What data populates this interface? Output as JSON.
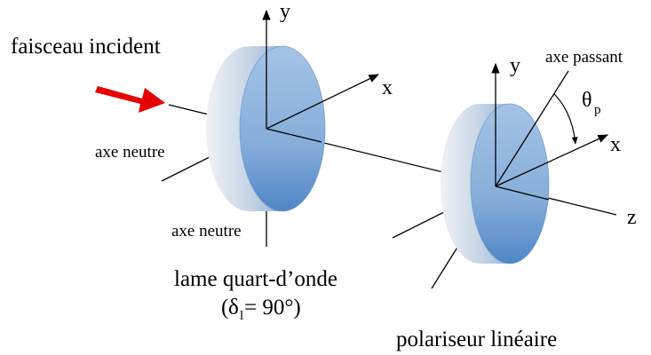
{
  "labels": {
    "incident_beam": "faisceau incident",
    "neutral_axis_1": "axe neutre",
    "neutral_axis_2": "axe neutre",
    "waveplate_name": "lame quart-d’onde",
    "waveplate_delta_symbol": "δ",
    "waveplate_delta_subscript": "l",
    "waveplate_delta_value": " = 90°)",
    "waveplate_delta_open": "(",
    "polarizer_name": "polariseur linéaire",
    "pass_axis": "axe passant",
    "theta_symbol": "θ",
    "theta_subscript": "p"
  },
  "axes": {
    "wp_x": "x",
    "wp_y": "y",
    "pol_x": "x",
    "pol_y": "y",
    "z": "z"
  },
  "colors": {
    "arrow": "#e60000",
    "disk_face": "#8db3de",
    "disk_rim_light": "#dde6ef",
    "disk_rim_dark": "#3d7ac0",
    "lines": "#000000"
  }
}
